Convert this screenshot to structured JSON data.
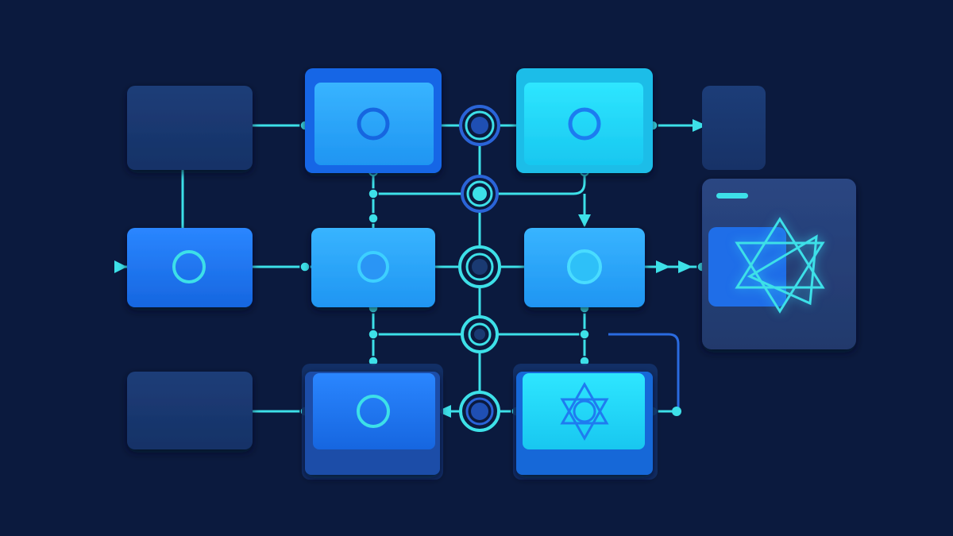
{
  "colors": {
    "background": "#0b1a3e",
    "node_dark": "#1a3a72",
    "node_blue": "#1f7bf0",
    "node_azure": "#2aa7ff",
    "node_cyan": "#22dcff",
    "connector": "#3de0e8",
    "junction_ring": "#1e4fb0",
    "icon_stroke": "#2e9bf2",
    "panel": "#243d72"
  },
  "nodes": [
    {
      "id": "top-left-placeholder",
      "style": "dark",
      "icon": "none"
    },
    {
      "id": "top-middle",
      "style": "azure",
      "icon": "circle-icon"
    },
    {
      "id": "top-right",
      "style": "cyan",
      "icon": "circle-icon"
    },
    {
      "id": "top-far-right-placeholder",
      "style": "dark",
      "icon": "none"
    },
    {
      "id": "middle-left",
      "style": "blue",
      "icon": "circle-icon"
    },
    {
      "id": "middle-center",
      "style": "azure",
      "icon": "circle-icon"
    },
    {
      "id": "middle-right",
      "style": "azure",
      "icon": "circle-icon"
    },
    {
      "id": "bottom-left-placeholder",
      "style": "dark",
      "icon": "none"
    },
    {
      "id": "bottom-middle",
      "style": "blue",
      "icon": "circle-icon"
    },
    {
      "id": "bottom-right",
      "style": "cyan",
      "icon": "star-icon"
    }
  ],
  "output_panel": {
    "icon": "star-of-david-icon",
    "style": "panel"
  },
  "junctions": [
    {
      "id": "junction-top"
    },
    {
      "id": "junction-upper"
    },
    {
      "id": "junction-middle"
    },
    {
      "id": "junction-lower"
    },
    {
      "id": "junction-bottom"
    }
  ]
}
